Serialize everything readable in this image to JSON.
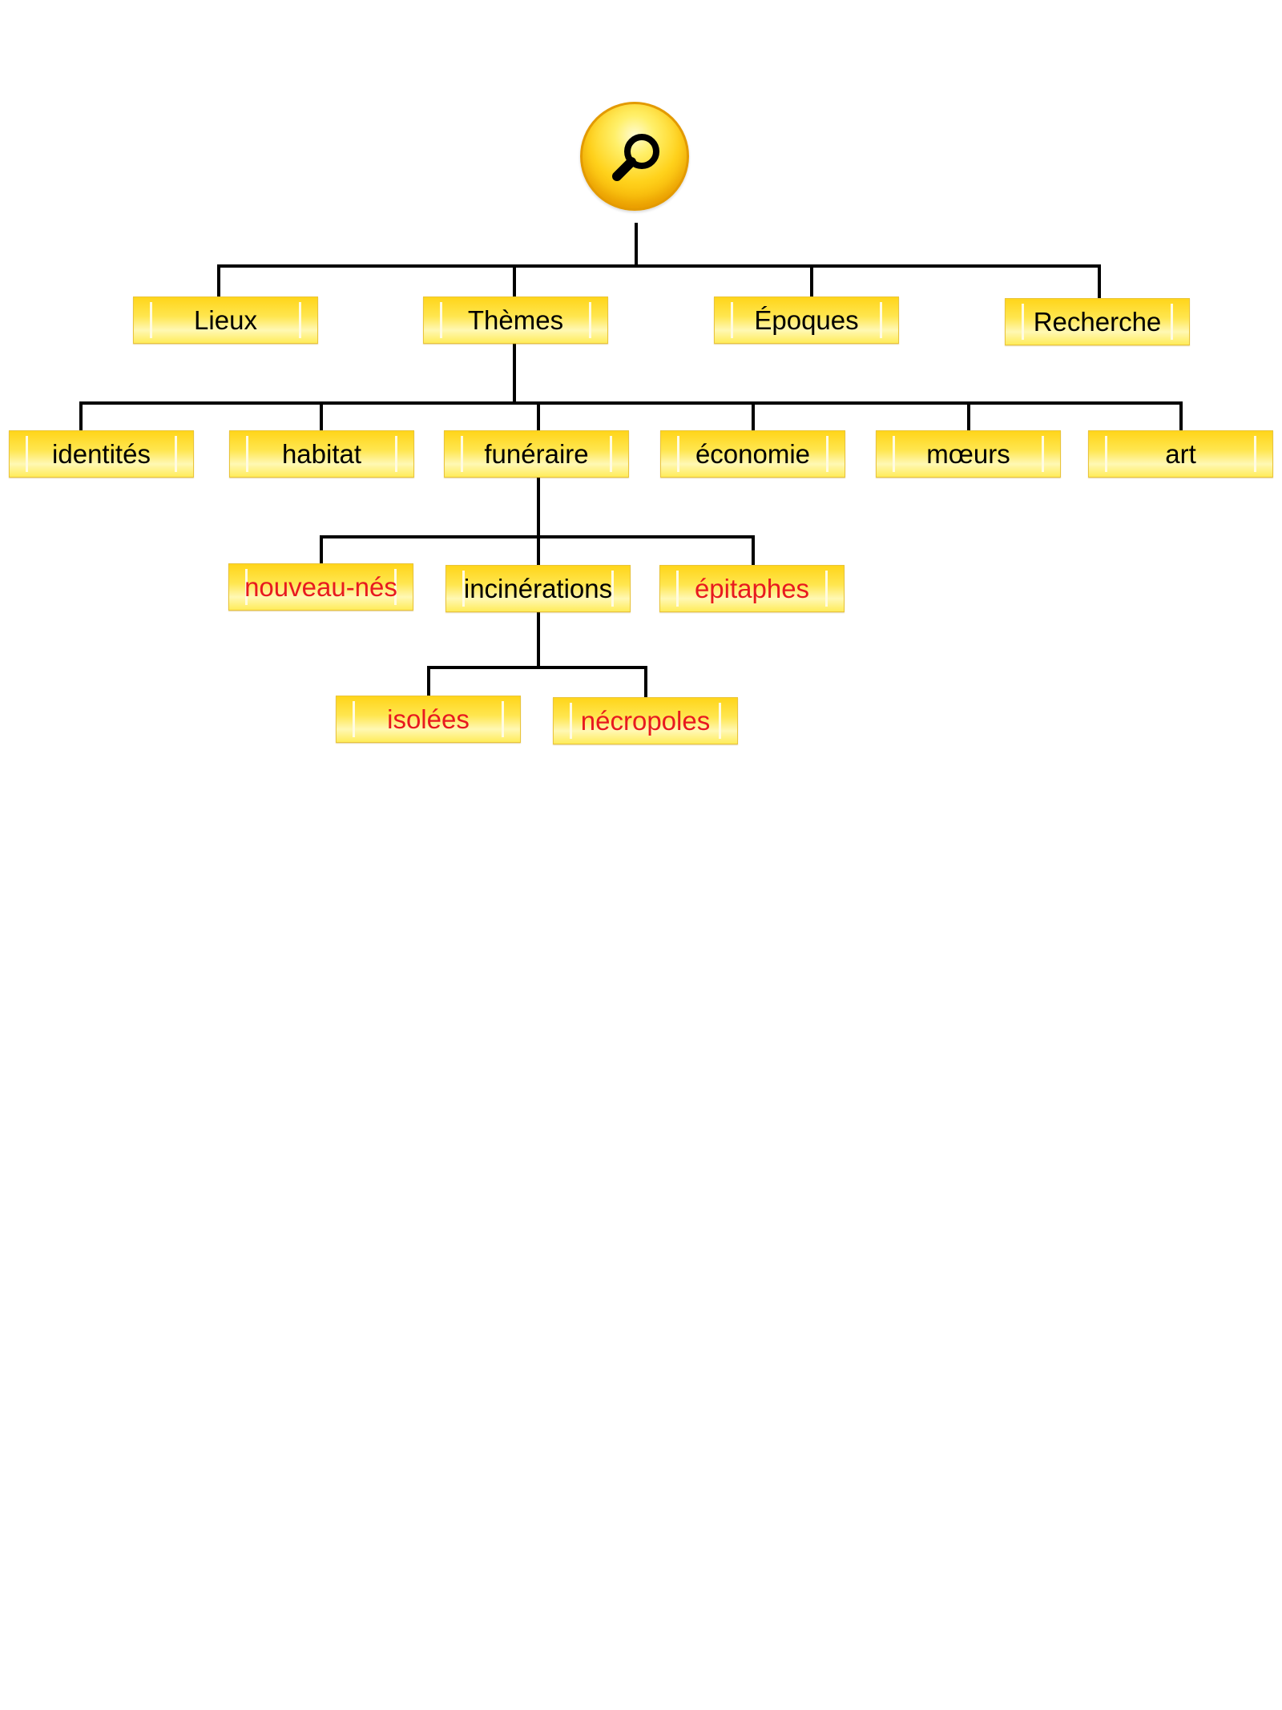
{
  "colors": {
    "line": "#000000",
    "link_text": "#000000",
    "unlinked_text": "#e8191f",
    "box_yellow": "#ffe650",
    "orb_yellow": "#ffd21c"
  },
  "root": {
    "icon": "magnifier-icon"
  },
  "level1": [
    {
      "label": "Lieux"
    },
    {
      "label": "Thèmes"
    },
    {
      "label": "Époques"
    },
    {
      "label": "Recherche"
    }
  ],
  "level2": [
    {
      "label": "identités"
    },
    {
      "label": "habitat"
    },
    {
      "label": "funéraire"
    },
    {
      "label": "économie"
    },
    {
      "label": "mœurs"
    },
    {
      "label": "art"
    }
  ],
  "level3": [
    {
      "label": "nouveau-nés"
    },
    {
      "label": "incinérations"
    },
    {
      "label": "épitaphes"
    }
  ],
  "level4": [
    {
      "label": "isolées"
    },
    {
      "label": "nécropoles"
    }
  ]
}
